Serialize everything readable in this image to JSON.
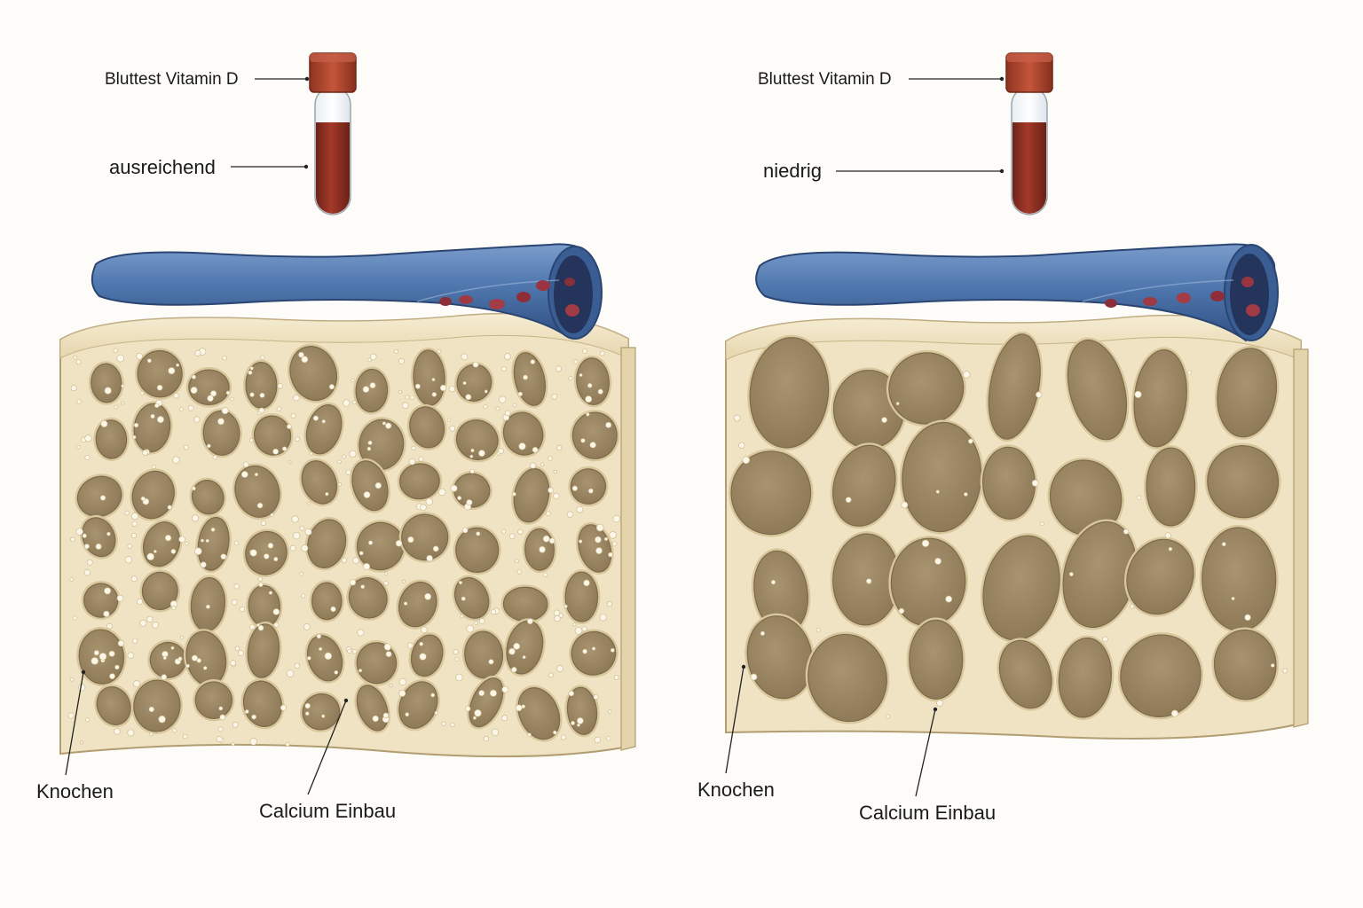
{
  "panels": [
    {
      "id": "sufficient",
      "blood_test_label": "Bluttest Vitamin D",
      "level_label": "ausreichend",
      "bone_label": "Knochen",
      "calcium_label": "Calcium Einbau"
    },
    {
      "id": "low",
      "blood_test_label": "Bluttest Vitamin D",
      "level_label": "niedrig",
      "bone_label": "Knochen",
      "calcium_label": "Calcium Einbau"
    }
  ],
  "colors": {
    "background": "#fdfcf8",
    "bone": "#efe3c3",
    "bone_pore": "#b9a57f",
    "vessel": "#4f77ae",
    "blood": "#8e2f22",
    "tube_cap": "#b5452b",
    "calcium_dots": "#fbf6e6"
  },
  "icons": [
    "blood-tube-icon",
    "blood-vessel-icon",
    "bone-section-icon"
  ]
}
